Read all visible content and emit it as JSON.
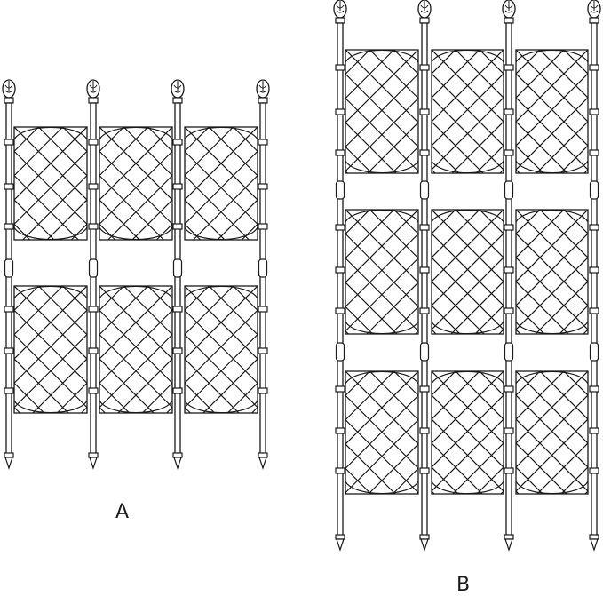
{
  "colors": {
    "stroke": "#1a1a1a",
    "fill": "#ffffff"
  },
  "trellis_a": {
    "label": "A",
    "posts": 4,
    "panel_rows": 2,
    "panel_columns": 3
  },
  "trellis_b": {
    "label": "B",
    "posts": 4,
    "panel_rows": 3,
    "panel_columns": 3
  }
}
